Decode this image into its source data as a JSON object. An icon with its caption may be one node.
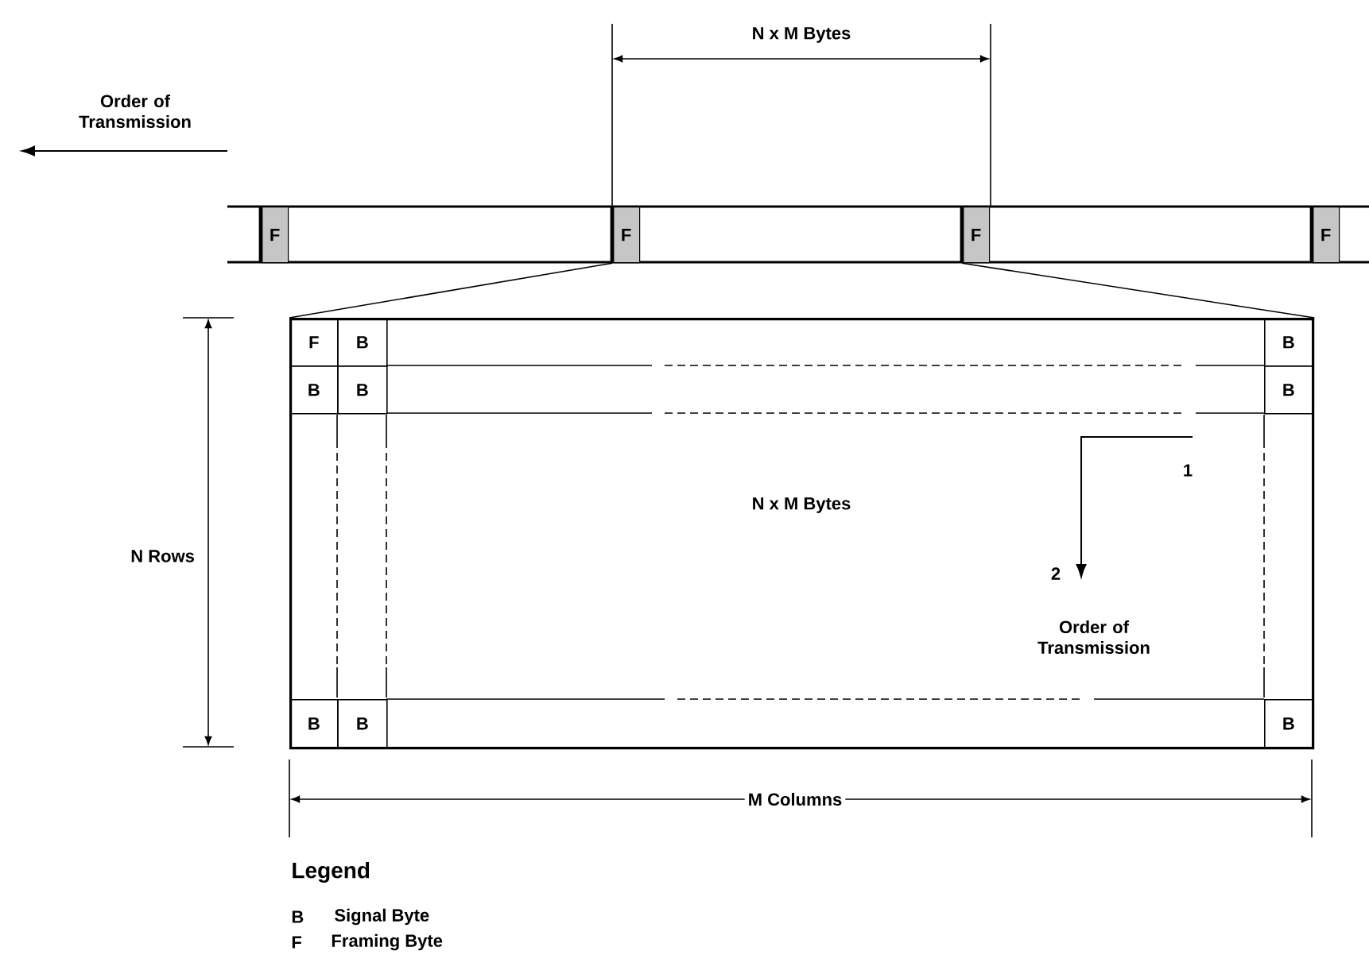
{
  "diagram": {
    "nodes": [
      {
        "text": [
          "F"
        ]
      },
      {
        "text": [
          "F"
        ]
      },
      {
        "text": [
          "F"
        ]
      },
      {
        "text": [
          "F"
        ]
      },
      {
        "text": [],
        "shape": "box"
      },
      {
        "text": [
          "F"
        ],
        "in": 4
      },
      {
        "text": [
          "B"
        ],
        "in": 4
      },
      {
        "text": [
          "B"
        ],
        "in": 4
      },
      {
        "text": [
          "B"
        ],
        "in": 4
      },
      {
        "text": [
          "B"
        ],
        "in": 4
      },
      {
        "text": [
          "B"
        ],
        "in": 4
      },
      {
        "text": [
          "B"
        ],
        "in": 4
      },
      {
        "text": [
          "B"
        ],
        "in": 4
      },
      {
        "text": [
          "B"
        ],
        "in": 4
      }
    ],
    "edges": [
      {
        "from": 1,
        "to": 4,
        "arrow": "none"
      },
      {
        "from": 2,
        "to": 4,
        "arrow": "none"
      }
    ],
    "labels": [
      "N x M Bytes",
      "Order of Transmission",
      "N x M Bytes",
      "1",
      "2",
      "Order of Transmission",
      "N Rows",
      "M Columns",
      "Legend",
      "B",
      "Signal Byte",
      "F",
      "Framing Byte"
    ]
  }
}
